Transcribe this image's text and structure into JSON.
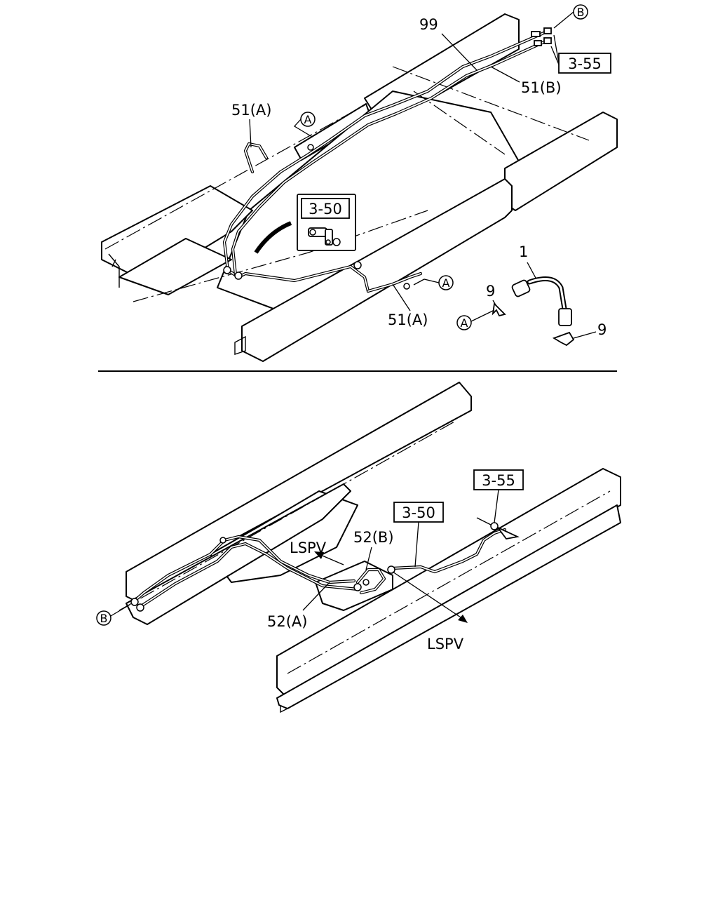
{
  "labels": {
    "part_99": "99",
    "part_51b": "51(B)",
    "part_51a": "51(A)",
    "part_1": "1",
    "part_9": "9",
    "part_52a": "52(A)",
    "part_52b": "52(B)",
    "ref_3_55": "3-55",
    "ref_3_50": "3-50",
    "lspv": "LSPV",
    "callout_a": "A",
    "callout_b": "B"
  }
}
